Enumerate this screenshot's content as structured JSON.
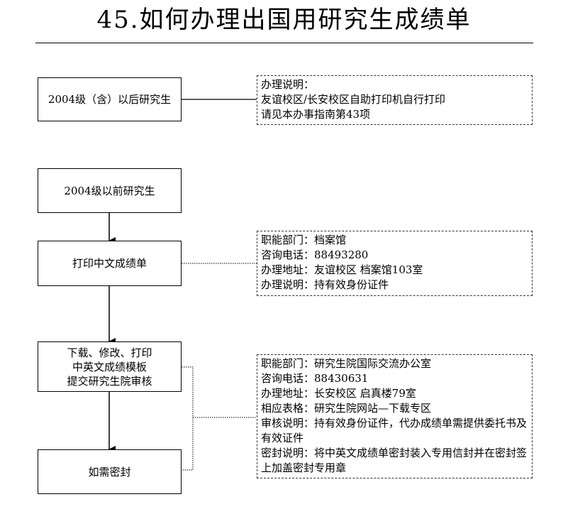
{
  "title": "45.如何办理出国用研究生成绩单",
  "boxes": {
    "after2004": "2004级（含）以后研究生",
    "before2004": "2004级以前研究生",
    "printCn": "打印中文成绩单",
    "download": [
      "下载、修改、打印",
      "中英文成绩模板",
      "提交研究生院审核"
    ],
    "seal": "如需密封"
  },
  "notes": {
    "n1": [
      "办理说明：",
      "友谊校区/长安校区自助打印机自行打印",
      "请见本办事指南第43项"
    ],
    "n2": [
      "职能部门：档案馆",
      "咨询电话：88493280",
      "办理地址：友谊校区 档案馆103室",
      "办理说明：持有效身份证件"
    ],
    "n3": [
      "职能部门：研究生院国际交流办公室",
      "咨询电话：88430631",
      "办理地址：长安校区 启真楼79室",
      "相应表格：研究生院网站—下载专区",
      "审核说明：持有效身份证件，代办成绩单需提供委托书及有效证件",
      "密封说明：将中英文成绩单密封装入专用信封并在密封签上加盖密封专用章"
    ]
  }
}
